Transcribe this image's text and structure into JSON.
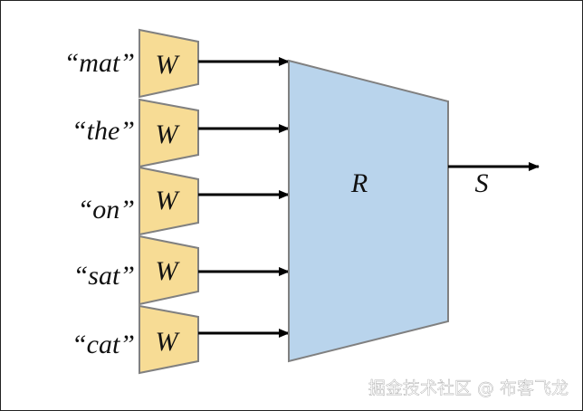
{
  "words": [
    "“mat”",
    "“the”",
    "“on”",
    "“sat”",
    "“cat”"
  ],
  "embedding_label": "W",
  "composer_label": "R",
  "output_label": "S",
  "watermark": "掘金技术社区 @ 布客飞龙",
  "colors": {
    "embedding_fill": "#f7dc95",
    "embedding_stroke": "#808080",
    "composer_fill": "#b9d4ec",
    "composer_stroke": "#808080",
    "arrow": "#000000"
  }
}
